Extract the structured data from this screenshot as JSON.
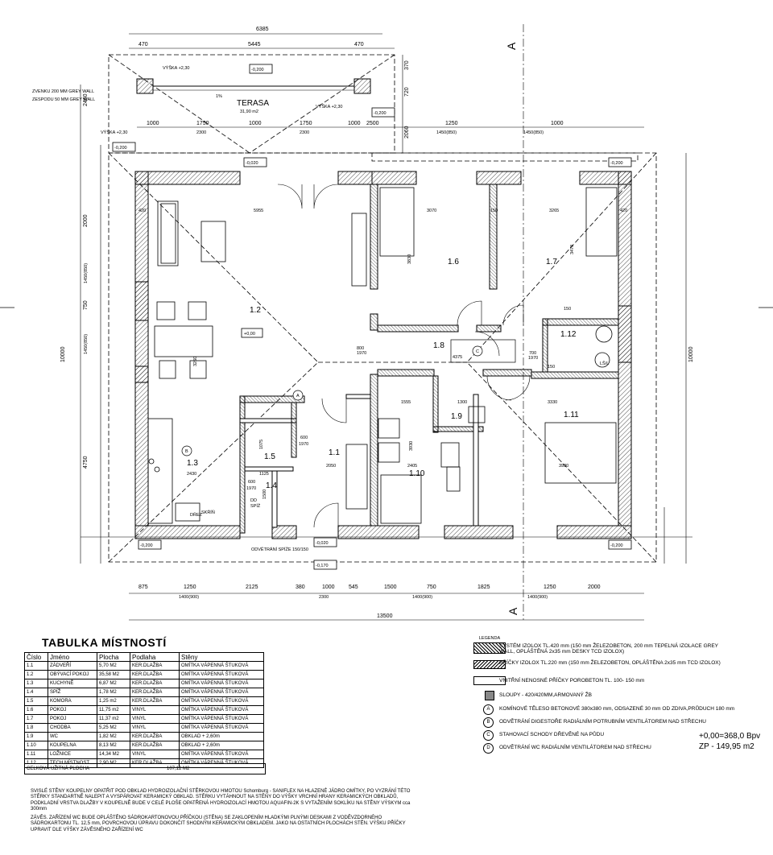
{
  "plan": {
    "dims_top": {
      "overall": "6385",
      "terrace_width": "5445",
      "side_left": "470",
      "side_right": "470",
      "row2": [
        "1000",
        "1750",
        "1000",
        "1750",
        "1000",
        "2500",
        "1250",
        "1000"
      ],
      "row2b": [
        "2300",
        "2300",
        "1450(850)",
        "1450(850)"
      ]
    },
    "dims_bottom": {
      "row1": [
        "875",
        "1250",
        "2125",
        "380",
        "1000",
        "545",
        "1500",
        "750",
        "1825",
        "1250",
        "2000"
      ],
      "row1b": [
        "1400(900)",
        "2300",
        "1400(900)",
        "1400(900)"
      ],
      "overall": "13500"
    },
    "dims_left": [
      "2460",
      "2000",
      "1450(850)",
      "750",
      "1450(850)",
      "4750"
    ],
    "dims_right": [
      "370",
      "720",
      "2060",
      "10000"
    ],
    "dims_left_overall": "10000",
    "inner_dims": [
      "420",
      "5955",
      "3070",
      "3265",
      "150",
      "420",
      "3830",
      "3478",
      "4375",
      "1555",
      "1300",
      "3330",
      "3930",
      "2405",
      "3930",
      "2050",
      "1125",
      "1075",
      "1500",
      "2430",
      "3260",
      "150",
      "150"
    ],
    "openings": [
      "600",
      "1970",
      "800",
      "1970",
      "700",
      "1970",
      "600",
      "1970"
    ],
    "levels": [
      "-0,200",
      "-0,200",
      "-0,200",
      "-0,200",
      "-0,200",
      "-0,020",
      "-0,020",
      "-0,170",
      "-0,200",
      "+0,00"
    ],
    "terrace": {
      "name": "TERASA",
      "area": "31,90 m2",
      "slope": "1%"
    },
    "heights": [
      "VÝŠKA +2,30",
      "VÝŠKA +2,30",
      "VÝŠKA +2,30"
    ],
    "wall_note_1": "ZVENKU 200 MM GREY WALL",
    "wall_note_2": "ZESPODU 50 MM GREY WALL",
    "section_mark": "A",
    "rooms": [
      "1.1",
      "1.2",
      "1.3",
      "1.4",
      "1.5",
      "1.6",
      "1.7",
      "1.8",
      "1.9",
      "1.10",
      "1.11",
      "1.12"
    ],
    "markers": [
      "A",
      "B",
      "C"
    ],
    "small_notes": [
      "DD",
      "SKŘÍŇ",
      "DŘEZ",
      "ODVĚTRÁNÍ SPÍŽE 150/150",
      "LŠ/L",
      "SPÍŽ"
    ]
  },
  "table": {
    "title": "TABULKA MÍSTNOSTÍ",
    "headers": [
      "Číslo",
      "Jméno",
      "Plocha",
      "Podlaha",
      "Stěny"
    ],
    "rows": [
      [
        "1.1",
        "ZÁDVEŘÍ",
        "5,70 M2",
        "KER.DLAŽBA",
        "OMÍTKA VÁPENNÁ ŠTUKOVÁ"
      ],
      [
        "1.2",
        "OBÝVACÍ POKOJ",
        "35,58 M2",
        "KER.DLAŽBA",
        "OMÍTKA VÁPENNÁ ŠTUKOVÁ"
      ],
      [
        "1.3",
        "KUCHYNĚ",
        "6,87 M2",
        "KER.DLAŽBA",
        "OMÍTKA VÁPENNÁ ŠTUKOVÁ"
      ],
      [
        "1.4",
        "SPÍŽ",
        "1,78 M2",
        "KER.DLAŽBA",
        "OMÍTKA VÁPENNÁ ŠTUKOVÁ"
      ],
      [
        "1.5",
        "KOMORA",
        "1,25 m2",
        "KER.DLAŽBA",
        "OMÍTKA VÁPENNÁ ŠTUKOVÁ"
      ],
      [
        "1.6",
        "POKOJ",
        "11,75 m2",
        "VINYL",
        "OMÍTKA VÁPENNÁ ŠTUKOVÁ"
      ],
      [
        "1.7",
        "POKOJ",
        "11,37 m2",
        "VINYL",
        "OMÍTKA VÁPENNÁ ŠTUKOVÁ"
      ],
      [
        "1.8",
        "CHODBA",
        "5,25 M2",
        "VINYL",
        "OMÍTKA VÁPENNÁ ŠTUKOVÁ"
      ],
      [
        "1.9",
        "WC",
        "1,82 M2",
        "KER.DLAŽBA",
        "OBKLAD + 2,60m"
      ],
      [
        "1.10",
        "KOUPELNA",
        "8,13 M2",
        "KER.DLAŽBA",
        "OBKLAD + 2,60m"
      ],
      [
        "1.11",
        "LOŽNICE",
        "14,34 M2",
        "VINYL",
        "OMÍTKA VÁPENNÁ ŠTUKOVÁ"
      ],
      [
        "1.12",
        "TECH.MÍSTNOST",
        "2,90 M2",
        "KER.DLAŽBA",
        "OMÍTKA VÁPENNÁ ŠTUKOVÁ"
      ]
    ],
    "total_label": "CELKOVÁ UŽITNÁ PLOCHA",
    "total_value": "107,12 M2"
  },
  "legend": {
    "title": "LEGENDA",
    "items": [
      "SYSTÉM IZOLOX TL.420 mm (150 mm ŽELEZOBETON, 200 mm TEPELNÁ IZOLACE GREY WALL, OPLÁŠTĚNÁ 2x35 mm DESKY TCD IZOLOX)",
      "PŘÍČKY IZOLOX TL.220 mm (150 mm ŽELEZOBETON, OPLÁŠTĚNA 2x35 mm TCD IZOLOX)",
      "VNITŘNÍ NENOSNÉ PŘÍČKY POROBETON TL. 100- 150 mm",
      "SLOUPY - 420/420MM,ARMOVANÝ ŽB"
    ],
    "markers": [
      {
        "key": "A",
        "text": "KOMÍNOVÉ TĚLESO BETONOVÉ 380x380 mm, ODSAZENÉ 30 mm OD ZDIVA,PRŮDUCH 180 mm"
      },
      {
        "key": "B",
        "text": "ODVĚTRÁNÍ DIGESTOŘE RADIÁLNÍM POTRUBNÍM VENTILÁTOREM NAD STŘECHU"
      },
      {
        "key": "C",
        "text": "STAHOVACÍ SCHODY DŘEVĚNÉ NA PŮDU"
      },
      {
        "key": "D",
        "text": "ODVĚTRÁNÍ WC RADIÁLNÍM VENTILÁTOREM NAD STŘECHU"
      }
    ]
  },
  "elevation": {
    "level": "+0,00=368,0 Bpv",
    "zp": "ZP - 149,95 m2"
  },
  "notes": [
    "SVISLÉ STĚNY KOUPELNY OPATŘIT POD OBKLAD HYDROIZOLAČNÍ STĚRKOVOU HMOTOU Schomburg - SANIFLEX NA HLAZENÉ JÁDRO OMÍTKY, PO VYZRÁNÍ TÉTO STĚRKY STANDARTNĚ NALEPIT A VYSPÁROVAT KERAMICKÝ OBKLAD. STĚRKU VYTÁHNOUT NA STĚNY DO VÝŠKY VRCHNÍ HRANY KERAMICKÝCH OBKLADŮ, PODKLADNÍ VRSTVA DLAŽBY V KOUPELNĚ BUDE V CELÉ PLOŠE OPATŘENÁ HYDROIZOLACÍ HMOTOU AQUAFIN-2K S VYTAŽENÍM SOKLÍKU NA STĚNY VÝSKYM cca 300mm",
    "ZÁVĚS. ZAŘÍZENÍ WC BUDE OPLÁŠTĚNO SÁDROKARTONOVOU PŘÍČKOU (STĚNA) SE ZAKLOPENÍM HLADKÝMI PLNÝMI DESKAMI Z VODĚVZDORNÉHO SÁDROKARTONU TL. 12,5 mm, POVRCHOVOU ÚPRAVU DOKONČIT SHODNÝM KERAMICKÝM OBKLADEM. JAKO NA OSTATNÍCH PLOCHÁCH STĚN. VÝŠKU PŘÍČKY UPRAVIT DLE VÝŠKY ZÁVĚSNÉHO ZAŘÍZENÍ WC"
  ]
}
